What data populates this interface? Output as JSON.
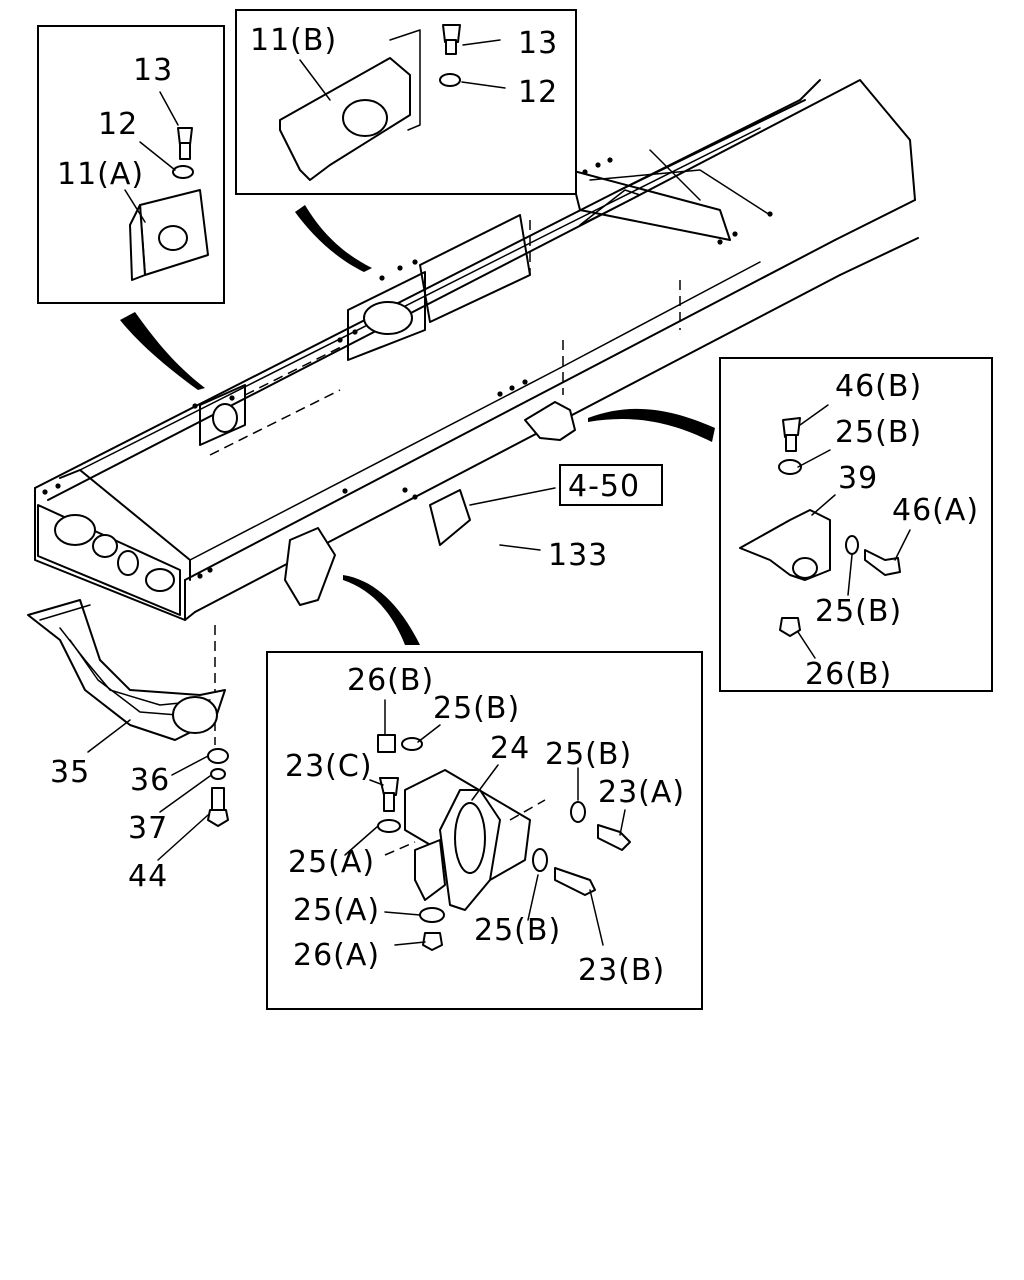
{
  "labels": {
    "p13_a": "13",
    "p12_a": "12",
    "p11_a": "11(A)",
    "p11_b": "11(B)",
    "p13_b": "13",
    "p12_b": "12",
    "p46_b": "46(B)",
    "p25_b_r1": "25(B)",
    "p39": "39",
    "p46_a": "46(A)",
    "p25_b_r2": "25(B)",
    "p26_b_r": "26(B)",
    "ref_4_50": "4-50",
    "p133": "133",
    "p35": "35",
    "p36": "36",
    "p37": "37",
    "p44": "44",
    "p26_b_m": "26(B)",
    "p25_b_m1": "25(B)",
    "p24": "24",
    "p25_b_m2": "25(B)",
    "p23_c": "23(C)",
    "p23_a": "23(A)",
    "p25_a_m1": "25(A)",
    "p25_a_m2": "25(A)",
    "p25_b_m3": "25(B)",
    "p26_a": "26(A)",
    "p23_b": "23(B)"
  }
}
